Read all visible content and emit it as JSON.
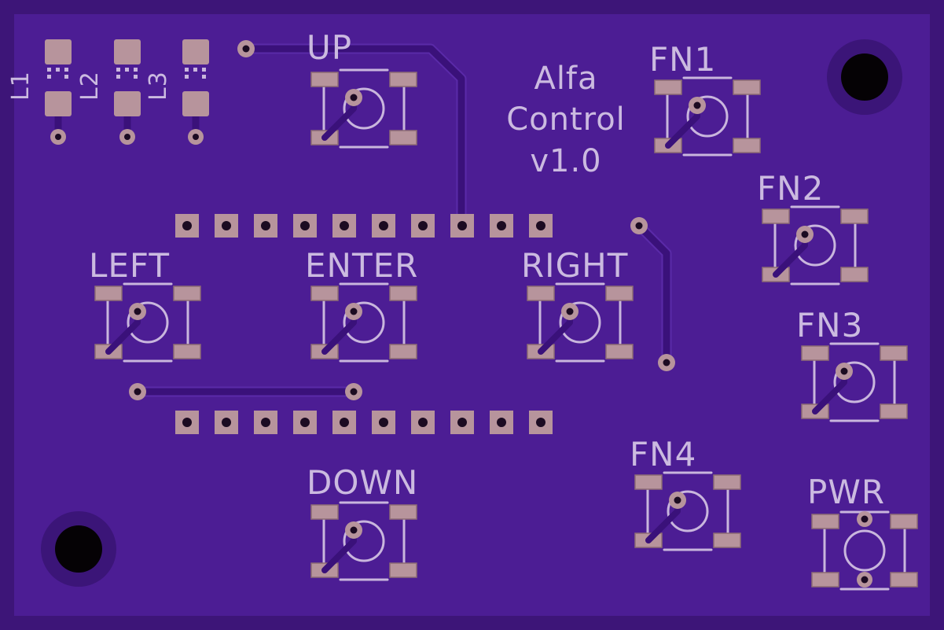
{
  "board": {
    "title_line1": "Alfa",
    "title_line2": "Control",
    "version": "v1.0",
    "colors": {
      "substrate": "#4a1b8c",
      "board": "#4c1d94",
      "trace": "#3a117a",
      "trace_edge": "#5a2aa8",
      "pad": "#b7949c",
      "pad_dark": "#8d6d74",
      "drill": "#1c0b22",
      "silkscreen": "#c9b6dd",
      "hole": "#050205",
      "hole_ring": "#3b1578"
    }
  },
  "leds": [
    {
      "label": "L1"
    },
    {
      "label": "L2"
    },
    {
      "label": "L3"
    }
  ],
  "buttons": [
    {
      "id": "up",
      "label": "UP"
    },
    {
      "id": "left",
      "label": "LEFT"
    },
    {
      "id": "enter",
      "label": "ENTER"
    },
    {
      "id": "right",
      "label": "RIGHT"
    },
    {
      "id": "down",
      "label": "DOWN"
    },
    {
      "id": "fn1",
      "label": "FN1"
    },
    {
      "id": "fn2",
      "label": "FN2"
    },
    {
      "id": "fn3",
      "label": "FN3"
    },
    {
      "id": "fn4",
      "label": "FN4"
    },
    {
      "id": "pwr",
      "label": "PWR"
    }
  ],
  "headers": {
    "top_pin_count": 10,
    "bottom_pin_count": 10
  }
}
